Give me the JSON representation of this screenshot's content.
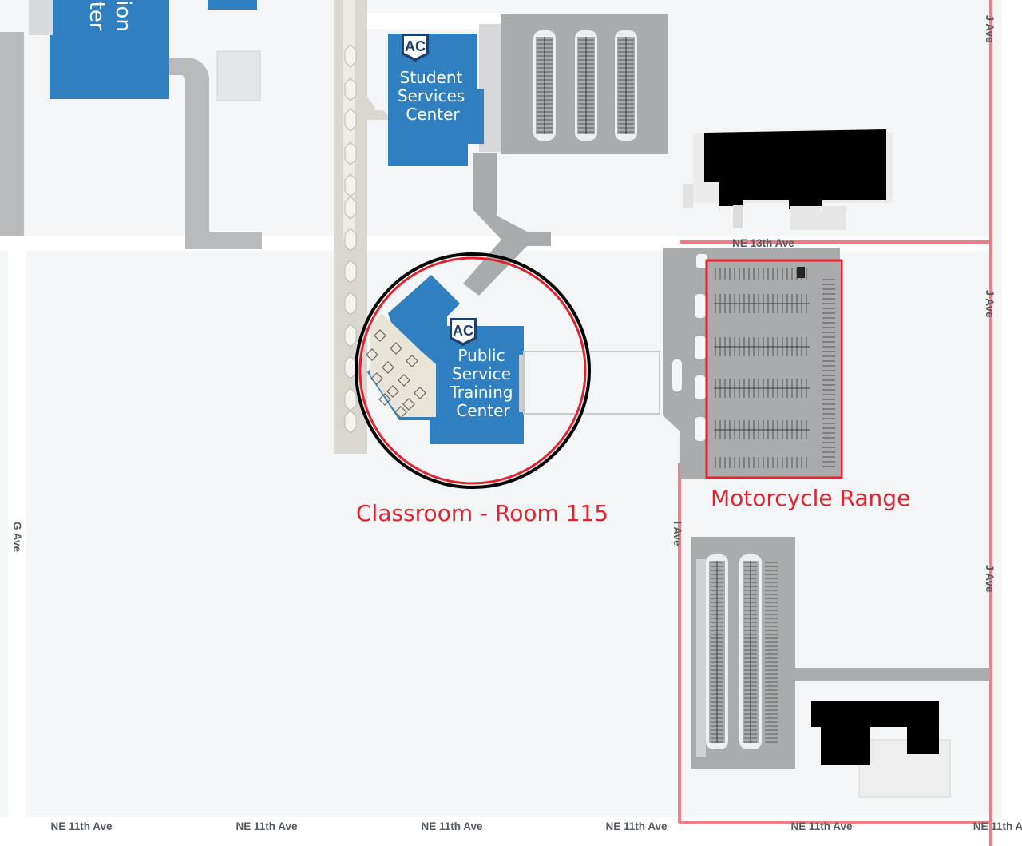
{
  "buildings": {
    "student_services": {
      "lines": [
        "Student",
        "Services",
        "Center"
      ],
      "logo": "AC"
    },
    "public_service": {
      "lines": [
        "Public",
        "Service",
        "Training",
        "Center"
      ],
      "logo": "AC"
    },
    "partial_left": {
      "lines": [
        "ion",
        "ter"
      ]
    }
  },
  "streets": {
    "ne_13th": "NE 13th Ave",
    "ne_11th": "NE 11th Ave",
    "ne_11th_cut": "NE 11th A",
    "g_ave": "G Ave",
    "i_ave": "I Ave",
    "j_ave": "J Ave"
  },
  "annotations": {
    "classroom": "Classroom - Room 115",
    "motorcycle_range": "Motorcycle Range",
    "color": "#e0242f"
  },
  "colors": {
    "building_blue": "#2f7fc1",
    "parking_gray": "#a9abad",
    "route_pink": "#f07c84"
  }
}
